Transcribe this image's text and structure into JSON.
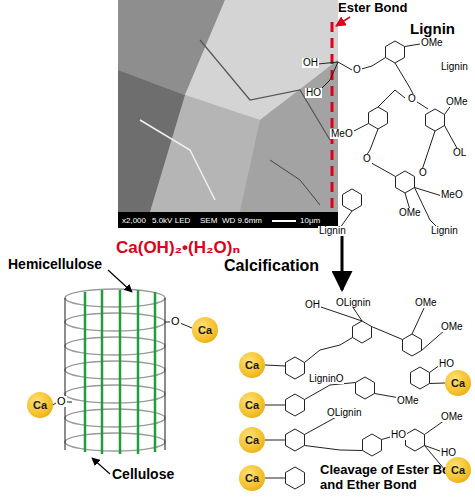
{
  "diagram": {
    "nodes": [
      {
        "text": [
          "Ca"
        ]
      },
      {
        "text": [
          "Ca"
        ]
      },
      {
        "text": [
          "Ca"
        ]
      },
      {
        "text": [
          "Ca"
        ]
      },
      {
        "text": [
          "Ca"
        ]
      },
      {
        "text": [
          "Ca"
        ]
      },
      {
        "text": [
          "Ca"
        ]
      },
      {
        "text": [
          "Ca"
        ]
      }
    ],
    "labels": [
      "Ester Bond",
      "Lignin",
      "x2,000",
      "5.0kV LED",
      "SEM",
      "WD 9.6mm",
      "10μm",
      "Ca(OH)₂•(H₂O)ₙ",
      "Calcification",
      "Hemicellulose",
      "Cellulose",
      "Cleavage of Ester Bond and Ether Bond",
      "O",
      "O",
      "OMe",
      "OH",
      "O",
      "Lignin",
      "OMe",
      "HO",
      "O",
      "MeO",
      "O",
      "OL",
      "O",
      "MeO",
      "Lignin",
      "OMe",
      "Lignin",
      "OLignin",
      "OH",
      "OMe",
      "OMe",
      "LigninO",
      "HO",
      "OMe",
      "OLignin",
      "HO",
      "OMe",
      "HO"
    ]
  }
}
